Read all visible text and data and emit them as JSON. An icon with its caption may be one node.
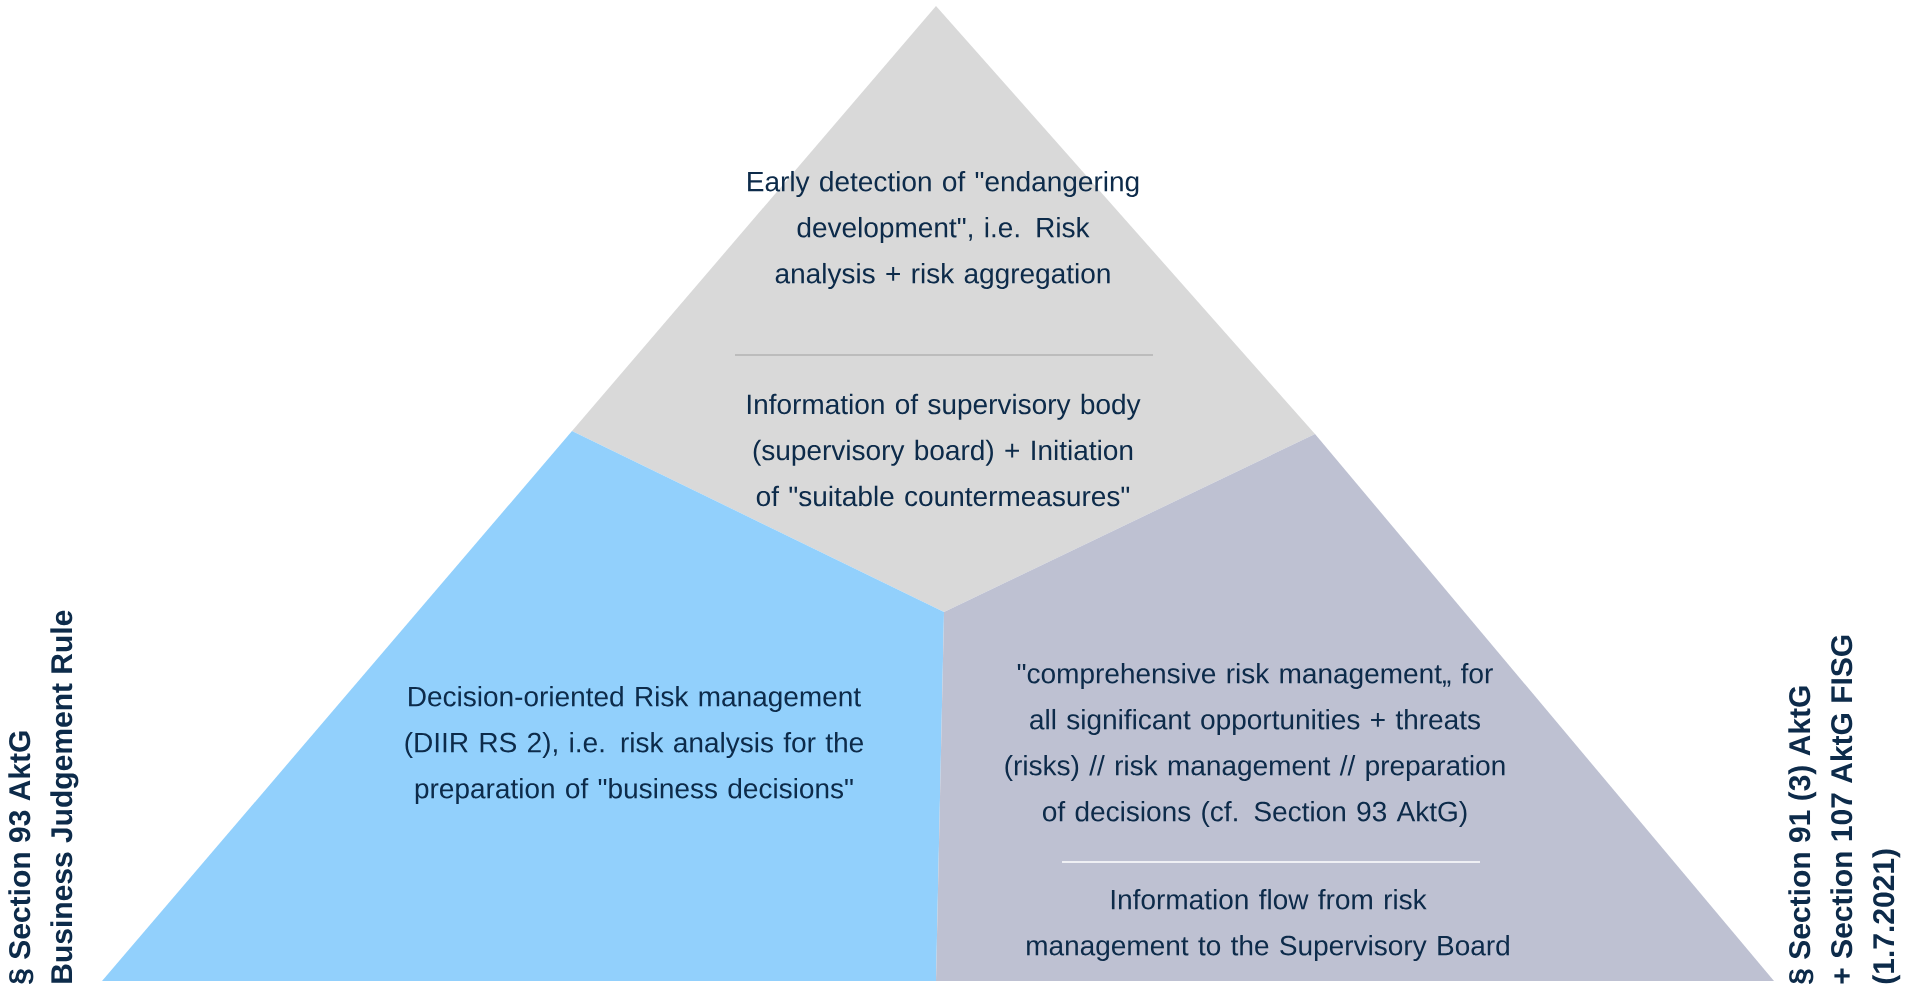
{
  "diagram": {
    "nodes": [
      {
        "text": [
          "Early detection of \"endangering development\", i.e. Risk analysis + risk aggregation",
          "Information of supervisory body (supervisory board) + Initiation of \"suitable countermeasures\""
        ]
      },
      {
        "text": [
          "Decision-oriented Risk management (DIIR RS 2), i.e. risk analysis for the preparation of \"business decisions\""
        ]
      },
      {
        "text": [
          "\"comprehensive risk management„ for all significant opportunities + threats (risks) // risk management // preparation of decisions (cf. Section 93 AktG)",
          "Information flow from risk management to the Supervisory Board"
        ]
      }
    ],
    "labels": [
      "§ Section 93 AktG",
      "Business Judgement Rule",
      "§ Section 91 (3) AktG",
      "+ Section 107 AktG FISG",
      "(1.7.2021)"
    ]
  }
}
